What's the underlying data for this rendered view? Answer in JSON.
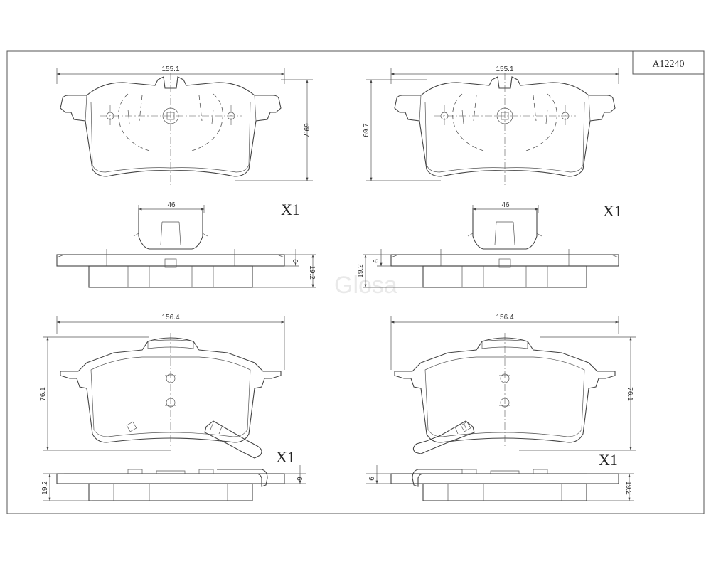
{
  "part_number": "A12240",
  "watermark": "Glosa",
  "views": {
    "top_left": {
      "width": "155.1",
      "height": "69.7",
      "clip_width": "46",
      "thickness_plate": "6",
      "thickness_total": "19.2",
      "quantity": "X1"
    },
    "top_right": {
      "width": "155.1",
      "height": "69.7",
      "clip_width": "46",
      "thickness_plate": "6",
      "thickness_total": "19.2",
      "quantity": "X1"
    },
    "bottom_left": {
      "width": "156.4",
      "height": "76.1",
      "thickness_plate": "6",
      "thickness_total": "19.2",
      "quantity": "X1"
    },
    "bottom_right": {
      "width": "156.4",
      "height": "76.1",
      "thickness_plate": "6",
      "thickness_total": "19.2",
      "quantity": "X1"
    }
  }
}
